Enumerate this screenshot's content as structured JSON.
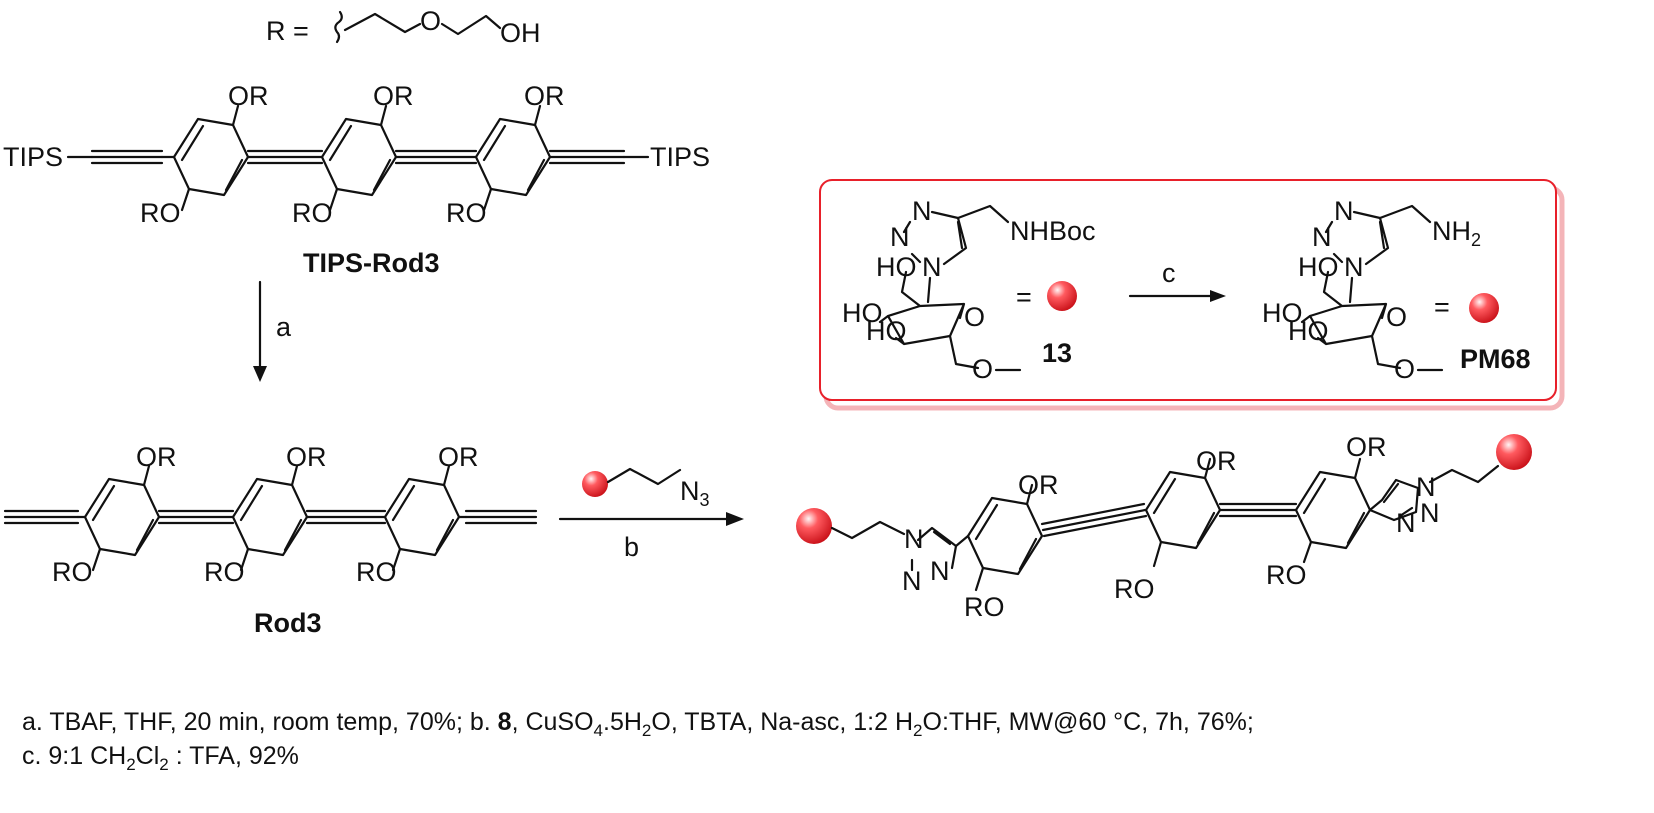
{
  "r_definition": {
    "prefix": "R =",
    "o": "O",
    "oh": "OH"
  },
  "substituents": {
    "or": "OR",
    "ro": "RO",
    "tips": "TIPS"
  },
  "compounds": {
    "tips_rod3": "TIPS-Rod3",
    "rod3": "Rod3",
    "compound_13": "13",
    "pm68": "PM68"
  },
  "sugar": {
    "nhboc": "NHBoc",
    "nh2": "NH",
    "nh2_sub": "2",
    "ho": "HO",
    "n": "N",
    "o": "O",
    "equals": "="
  },
  "azide": {
    "n": "N",
    "sub": "3"
  },
  "arrows": {
    "a": "a",
    "b": "b",
    "c": "c"
  },
  "conditions": {
    "line1_a": "a. TBAF, THF, 20 min, room temp, 70%; b. ",
    "line1_bold": "8",
    "line1_b": ", CuSO",
    "line1_sub1": "4",
    "line1_c": ".5H",
    "line1_sub2": "2",
    "line1_d": "O, TBTA, Na-asc, 1:2 H",
    "line1_sub3": "2",
    "line1_e": "O:THF, MW@60 °C, 7h, 76%;",
    "line2_a": "c. 9:1 CH",
    "line2_sub1": "2",
    "line2_b": "Cl",
    "line2_sub2": "2",
    "line2_c": " : TFA, 92%"
  },
  "colors": {
    "sphere": "#e8202a",
    "box_border": "#e8202a",
    "box_shadow": "#f4b4b8"
  }
}
